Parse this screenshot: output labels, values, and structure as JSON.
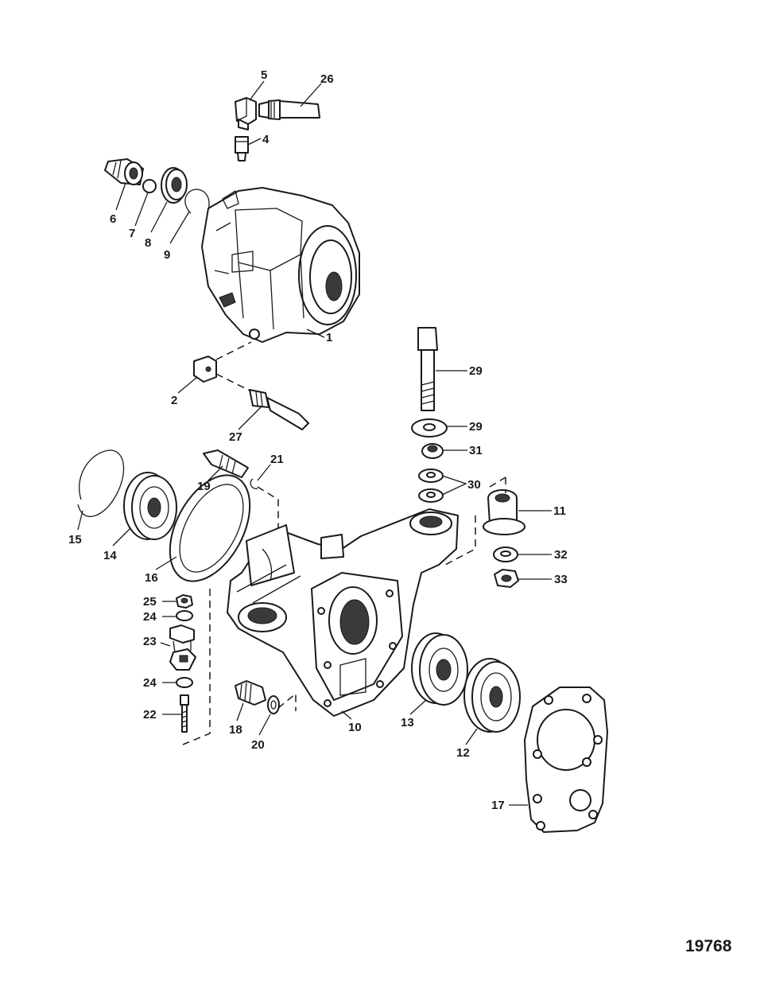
{
  "figure_number": "19768",
  "callouts": [
    {
      "id": "c5",
      "label": "5"
    },
    {
      "id": "c26",
      "label": "26"
    },
    {
      "id": "c4",
      "label": "4"
    },
    {
      "id": "c6",
      "label": "6"
    },
    {
      "id": "c7",
      "label": "7"
    },
    {
      "id": "c8",
      "label": "8"
    },
    {
      "id": "c9",
      "label": "9"
    },
    {
      "id": "c1",
      "label": "1"
    },
    {
      "id": "c2",
      "label": "2"
    },
    {
      "id": "c27",
      "label": "27"
    },
    {
      "id": "c29a",
      "label": "29"
    },
    {
      "id": "c29b",
      "label": "29"
    },
    {
      "id": "c31",
      "label": "31"
    },
    {
      "id": "c30",
      "label": "30"
    },
    {
      "id": "c11",
      "label": "11"
    },
    {
      "id": "c21",
      "label": "21"
    },
    {
      "id": "c19",
      "label": "19"
    },
    {
      "id": "c15",
      "label": "15"
    },
    {
      "id": "c14",
      "label": "14"
    },
    {
      "id": "c16",
      "label": "16"
    },
    {
      "id": "c32",
      "label": "32"
    },
    {
      "id": "c33",
      "label": "33"
    },
    {
      "id": "c25",
      "label": "25"
    },
    {
      "id": "c24a",
      "label": "24"
    },
    {
      "id": "c23",
      "label": "23"
    },
    {
      "id": "c24b",
      "label": "24"
    },
    {
      "id": "c22",
      "label": "22"
    },
    {
      "id": "c18",
      "label": "18"
    },
    {
      "id": "c20",
      "label": "20"
    },
    {
      "id": "c10",
      "label": "10"
    },
    {
      "id": "c13",
      "label": "13"
    },
    {
      "id": "c12",
      "label": "12"
    },
    {
      "id": "c17",
      "label": "17"
    }
  ]
}
